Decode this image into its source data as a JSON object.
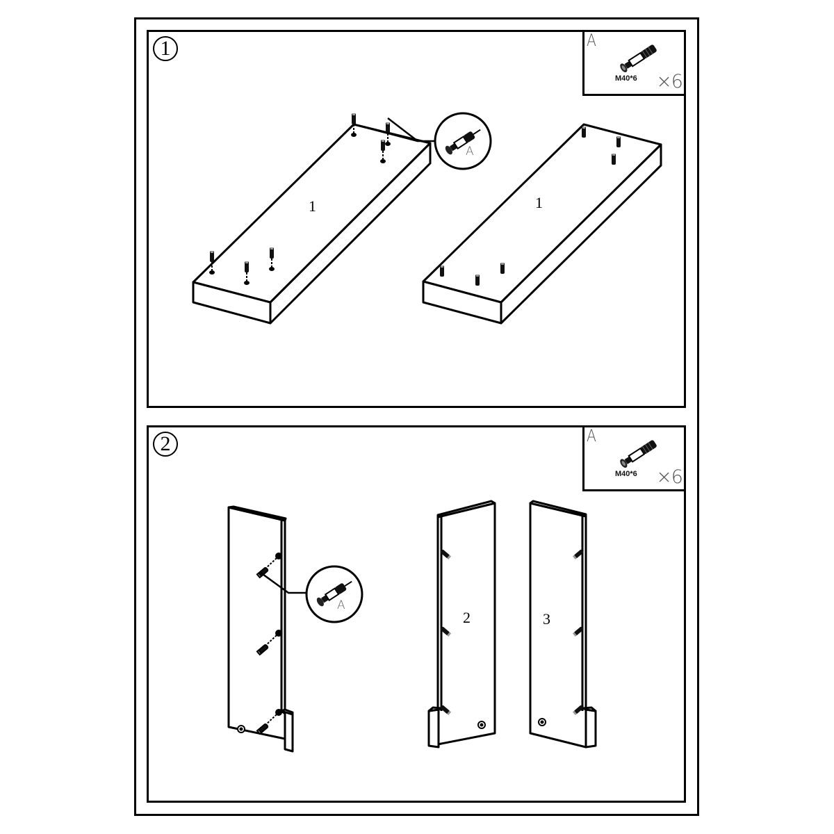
{
  "steps": [
    {
      "number": "1",
      "hardware": {
        "letter": "A",
        "code": "M40*6",
        "quantity": "×6",
        "icon": "cam-dowel-icon"
      },
      "parts": [
        {
          "label": "1"
        },
        {
          "label": "1"
        }
      ],
      "callout_label": "A"
    },
    {
      "number": "2",
      "hardware": {
        "letter": "A",
        "code": "M40*6",
        "quantity": "×6",
        "icon": "cam-dowel-icon"
      },
      "parts": [
        {
          "label": "2"
        },
        {
          "label": "3"
        }
      ],
      "callout_label": "A"
    }
  ],
  "colors": {
    "line": "#000000",
    "background": "#ffffff",
    "label_gray": "#666666"
  }
}
